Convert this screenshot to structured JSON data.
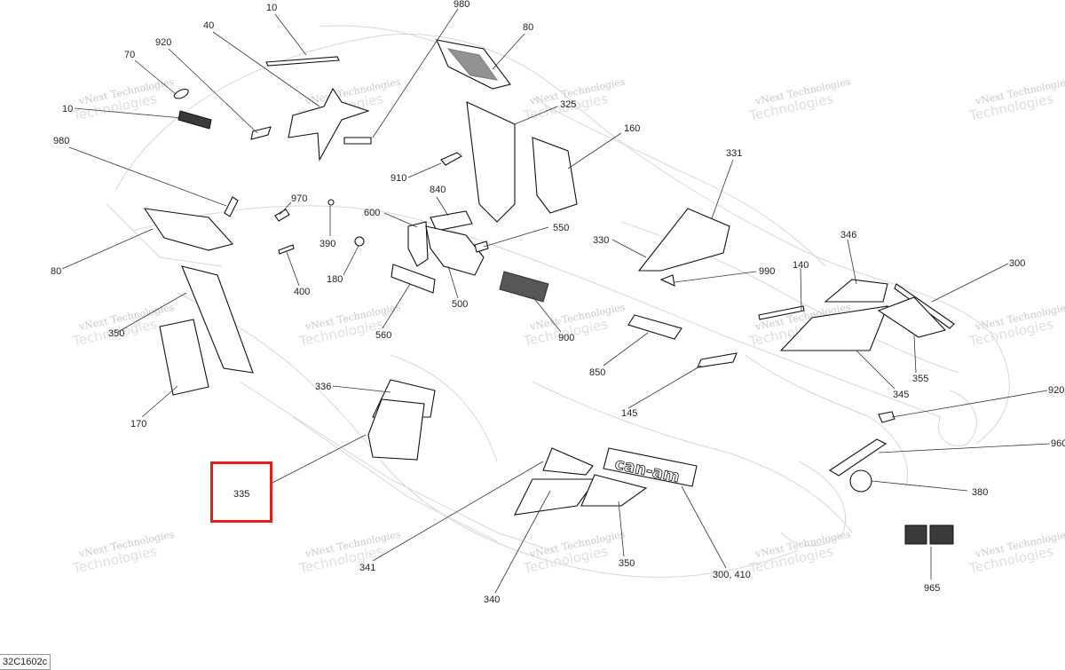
{
  "diagram_code": "32C1602c",
  "watermark": {
    "line1": "vNext Technologies",
    "line2": "Technologies"
  },
  "highlight_color": "#e0201b",
  "logo_text": "can-am",
  "callouts": [
    {
      "id": "c10a",
      "text": "10"
    },
    {
      "id": "c980a",
      "text": "980"
    },
    {
      "id": "c80a",
      "text": "80"
    },
    {
      "id": "c40",
      "text": "40"
    },
    {
      "id": "c920a",
      "text": "920"
    },
    {
      "id": "c70",
      "text": "70"
    },
    {
      "id": "c10b",
      "text": "10"
    },
    {
      "id": "c325",
      "text": "325"
    },
    {
      "id": "c160",
      "text": "160"
    },
    {
      "id": "c980b",
      "text": "980"
    },
    {
      "id": "c331",
      "text": "331"
    },
    {
      "id": "c910",
      "text": "910"
    },
    {
      "id": "c970",
      "text": "970"
    },
    {
      "id": "c840",
      "text": "840"
    },
    {
      "id": "c600",
      "text": "600"
    },
    {
      "id": "c550",
      "text": "550"
    },
    {
      "id": "c330",
      "text": "330"
    },
    {
      "id": "c346",
      "text": "346"
    },
    {
      "id": "c390",
      "text": "390"
    },
    {
      "id": "c80b",
      "text": "80"
    },
    {
      "id": "c300a",
      "text": "300"
    },
    {
      "id": "c140",
      "text": "140"
    },
    {
      "id": "c990",
      "text": "990"
    },
    {
      "id": "c180",
      "text": "180"
    },
    {
      "id": "c400",
      "text": "400"
    },
    {
      "id": "c500",
      "text": "500"
    },
    {
      "id": "c350a",
      "text": "350"
    },
    {
      "id": "c560",
      "text": "560"
    },
    {
      "id": "c900",
      "text": "900"
    },
    {
      "id": "c850",
      "text": "850"
    },
    {
      "id": "c355",
      "text": "355"
    },
    {
      "id": "c345",
      "text": "345"
    },
    {
      "id": "c336",
      "text": "336"
    },
    {
      "id": "c145",
      "text": "145"
    },
    {
      "id": "c920b",
      "text": "920"
    },
    {
      "id": "c170",
      "text": "170"
    },
    {
      "id": "c960",
      "text": "960"
    },
    {
      "id": "c335",
      "text": "335"
    },
    {
      "id": "c380",
      "text": "380"
    },
    {
      "id": "c341",
      "text": "341"
    },
    {
      "id": "c350b",
      "text": "350"
    },
    {
      "id": "c300_410",
      "text": "300, 410"
    },
    {
      "id": "c965",
      "text": "965"
    },
    {
      "id": "c340",
      "text": "340"
    }
  ]
}
